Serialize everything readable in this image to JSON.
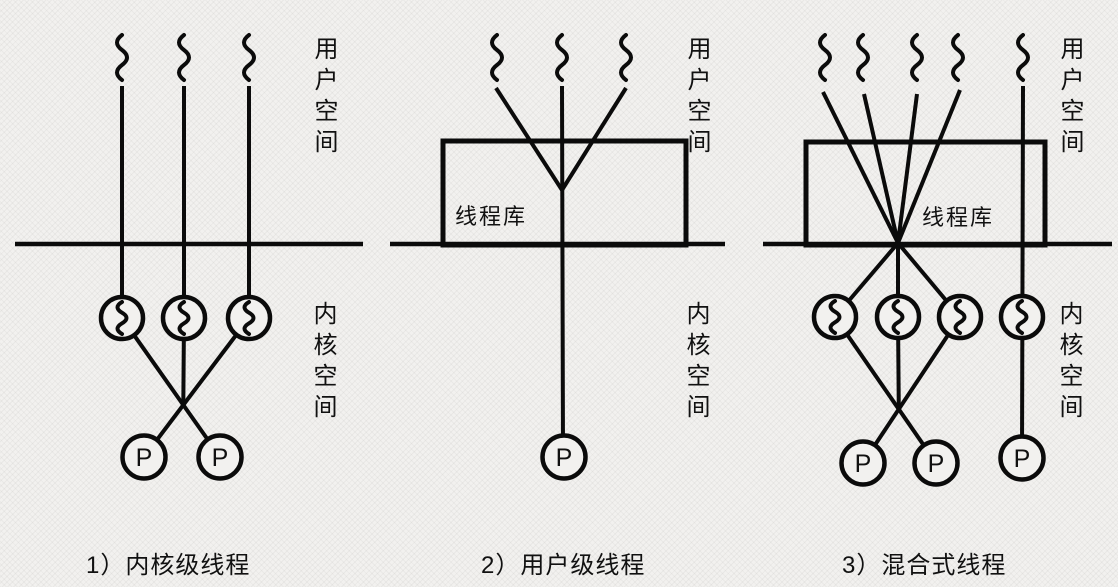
{
  "figure": {
    "processor_label": "P",
    "panels": [
      {
        "caption": "1）内核级线程",
        "user_space_label": "用户空间",
        "kernel_space_label": "内核空间",
        "thread_library_label": null,
        "user_threads": 3,
        "kernel_threads": 3,
        "processors": 2
      },
      {
        "caption": "2）用户级线程",
        "user_space_label": "用户空间",
        "kernel_space_label": "内核空间",
        "thread_library_label": "线程库",
        "user_threads": 3,
        "kernel_threads": 0,
        "processors": 1
      },
      {
        "caption": "3）混合式线程",
        "user_space_label": "用户空间",
        "kernel_space_label": "内核空间",
        "thread_library_label": "线程库",
        "user_threads": 5,
        "kernel_threads": 4,
        "processors": 3
      }
    ]
  },
  "colors": {
    "stroke": "#0b0b0b",
    "background": "#f2f1ef",
    "text": "#111111"
  }
}
